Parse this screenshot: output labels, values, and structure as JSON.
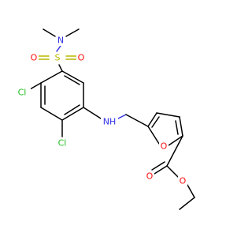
{
  "molecule": {
    "colors": {
      "carbon_bond": "#000000",
      "oxygen": "#ff0d0d",
      "nitrogen": "#3232e6",
      "sulfur": "#b8b800",
      "chlorine": "#1fbe1f"
    },
    "atom_labels": {
      "n_dimethyl": "N",
      "s_sulfonyl": "S",
      "o_sulfonyl_left": "O",
      "o_sulfonyl_right": "O",
      "cl_upper": "Cl",
      "cl_lower": "Cl",
      "nh_amine": "NH",
      "o_furan": "O",
      "o_carbonyl": "O",
      "o_ester": "O"
    }
  }
}
